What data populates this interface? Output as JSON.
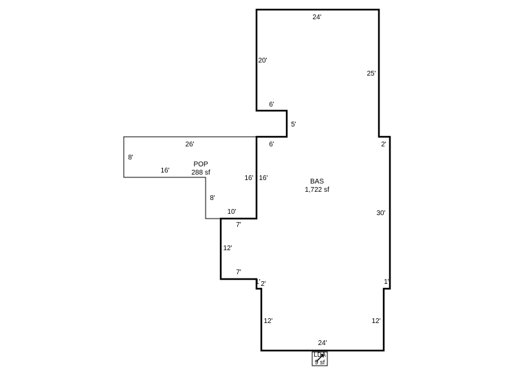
{
  "areas": {
    "bas": {
      "code": "BAS",
      "area": "1,722 sf"
    },
    "pop": {
      "code": "POP",
      "area": "288 sf"
    },
    "lda": {
      "code": "LDA",
      "area": "9 sf"
    }
  },
  "dims": {
    "bas_top": "24'",
    "bas_left_upper": "20'",
    "bas_right_upper": "25'",
    "bas_notch_top": "6'",
    "bas_notch_side": "5'",
    "bas_notch_bottom": "6'",
    "bas_right_step": "2'",
    "bas_left_mid": "16'",
    "bas_right_mid": "30'",
    "bas_step_top": "7'",
    "bas_left_lower": "12'",
    "bas_step_bottom": "7'",
    "bas_jog_left_a": "1'",
    "bas_jog_left_b": "2'",
    "bas_jog_right": "1'",
    "bas_left_bottom": "12'",
    "bas_right_bottom": "12'",
    "bas_bottom": "24'",
    "pop_top": "26'",
    "pop_left": "8'",
    "pop_bottom": "16'",
    "pop_right_upper": "16'",
    "pop_inner": "8'",
    "pop_step": "10'"
  }
}
